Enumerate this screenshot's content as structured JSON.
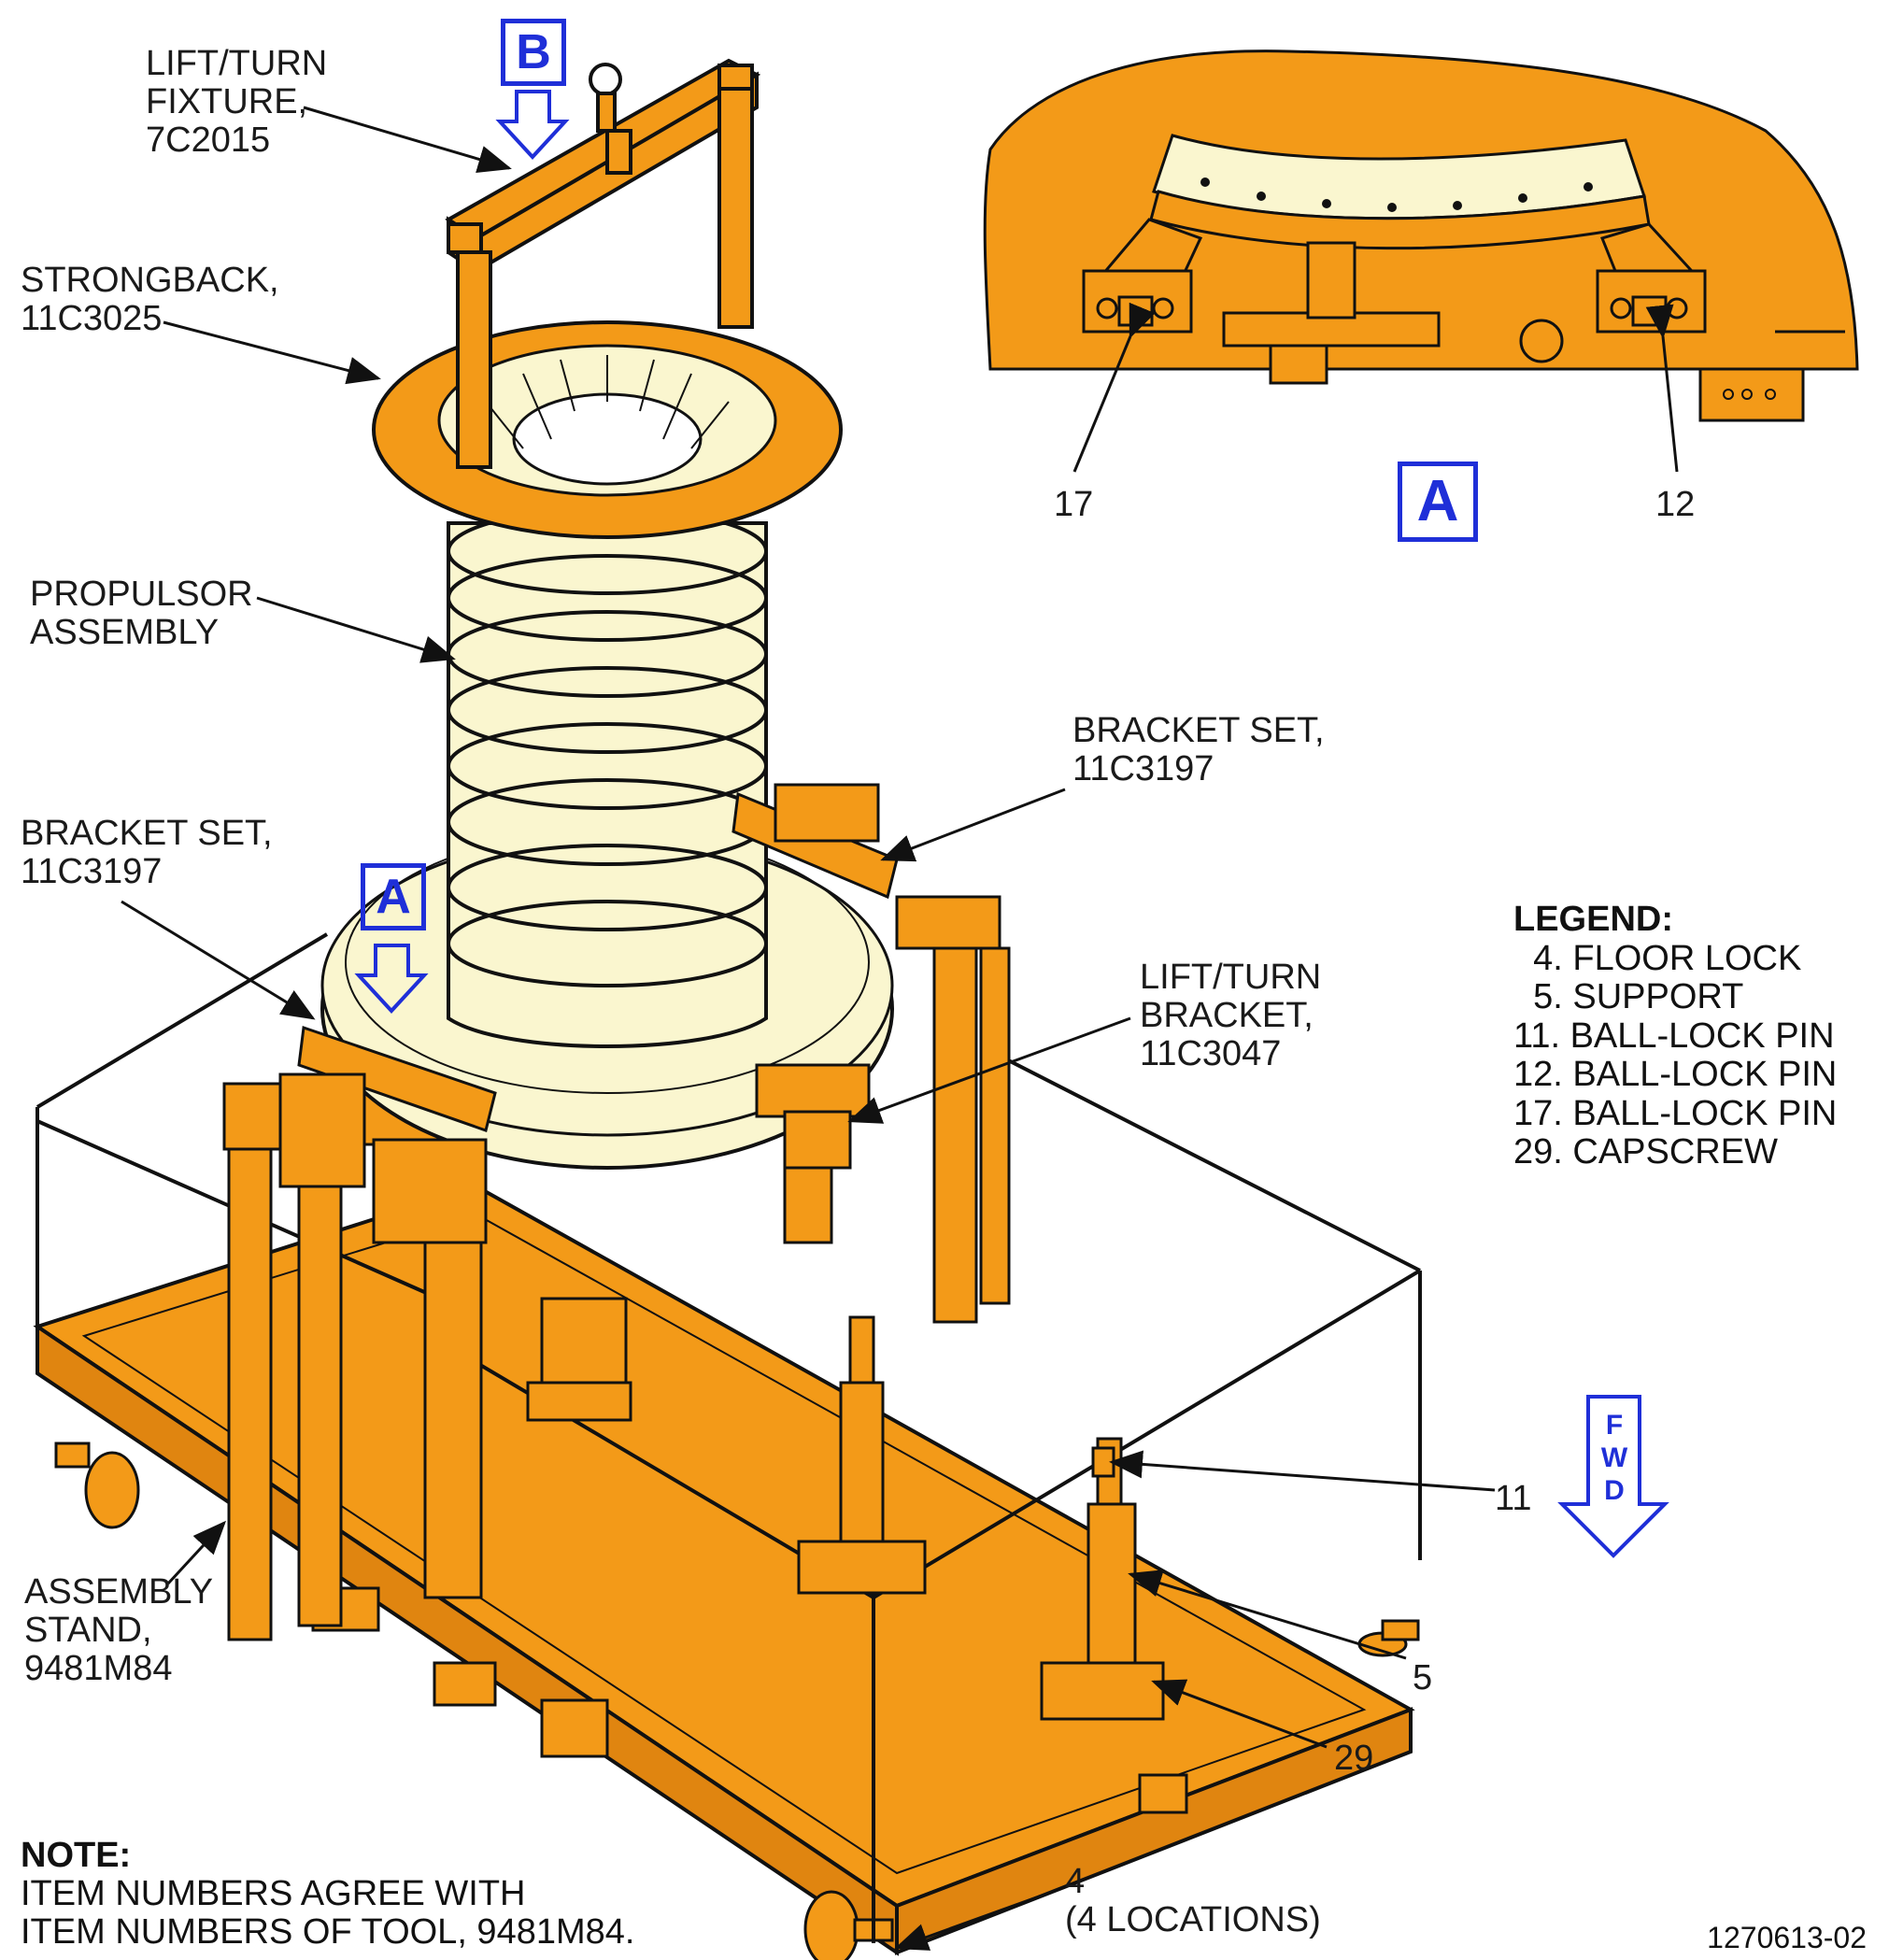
{
  "callouts": {
    "lift_turn_fixture": "LIFT/TURN\nFIXTURE,\n7C2015",
    "strongback": "STRONGBACK,\n11C3025",
    "propulsor_assembly": "PROPULSOR\nASSEMBLY",
    "bracket_set_right": "BRACKET SET,\n11C3197",
    "bracket_set_left": "BRACKET SET,\n11C3197",
    "lift_turn_bracket": "LIFT/TURN\nBRACKET,\n11C3047",
    "assembly_stand": "ASSEMBLY\nSTAND,\n9481M84",
    "item_11": "11",
    "item_5": "5",
    "item_29": "29",
    "item_4": "4\n(4 LOCATIONS)",
    "item_17": "17",
    "item_12": "12"
  },
  "view_markers": {
    "b": "B",
    "a_main": "A",
    "a_detail": "A"
  },
  "fwd_arrow": {
    "letters": [
      "F",
      "W",
      "D"
    ]
  },
  "legend": {
    "title": "LEGEND:",
    "items": [
      "  4. FLOOR LOCK",
      "  5. SUPPORT",
      "11. BALL-LOCK PIN",
      "12. BALL-LOCK PIN",
      "17. BALL-LOCK PIN",
      "29. CAPSCREW"
    ]
  },
  "note": {
    "title": "NOTE:",
    "line1": "ITEM NUMBERS AGREE WITH",
    "line2": "ITEM NUMBERS OF TOOL, 9481M84."
  },
  "figure_number": "1270613-02",
  "colors": {
    "fixture_orange": "#f39a18",
    "engine_cream": "#faf6cf",
    "marker_blue": "#1f2fd8",
    "line_black": "#111111"
  }
}
